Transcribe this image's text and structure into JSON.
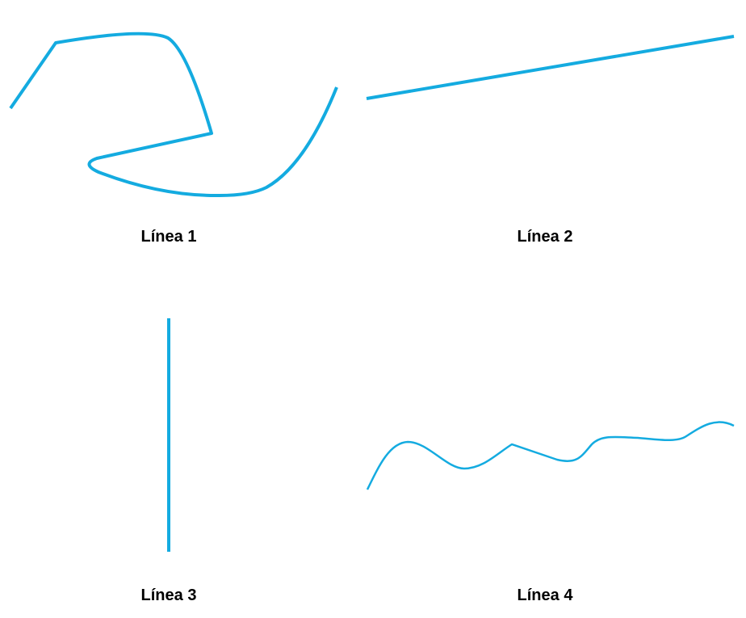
{
  "line_color": "#14ABE0",
  "lines": [
    {
      "label": "Línea 1"
    },
    {
      "label": "Línea 2"
    },
    {
      "label": "Línea 3"
    },
    {
      "label": "Línea 4"
    }
  ]
}
